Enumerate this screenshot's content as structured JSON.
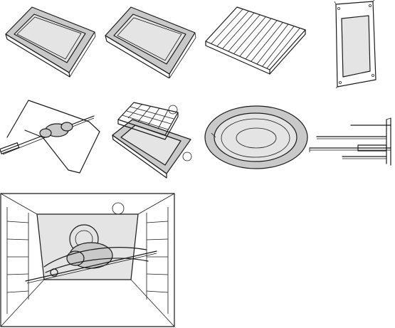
{
  "figures": [
    {
      "name": "baking-tray"
    },
    {
      "name": "deep-pan"
    },
    {
      "name": "wire-shelf"
    },
    {
      "name": "rear-panel"
    },
    {
      "name": "rotisserie-spit"
    },
    {
      "name": "grill-rack-on-tray"
    },
    {
      "name": "round-dish"
    },
    {
      "name": "telescopic-runners"
    },
    {
      "name": "oven-interior-rotisserie"
    }
  ],
  "callouts": {
    "grill_rack_top": "",
    "grill_rack_bottom": "",
    "oven_interior": ""
  },
  "colors": {
    "line": "#1a1a1a",
    "shade": "#c9c9c9",
    "light_shade": "#e4e4e4",
    "background": "#ffffff"
  }
}
